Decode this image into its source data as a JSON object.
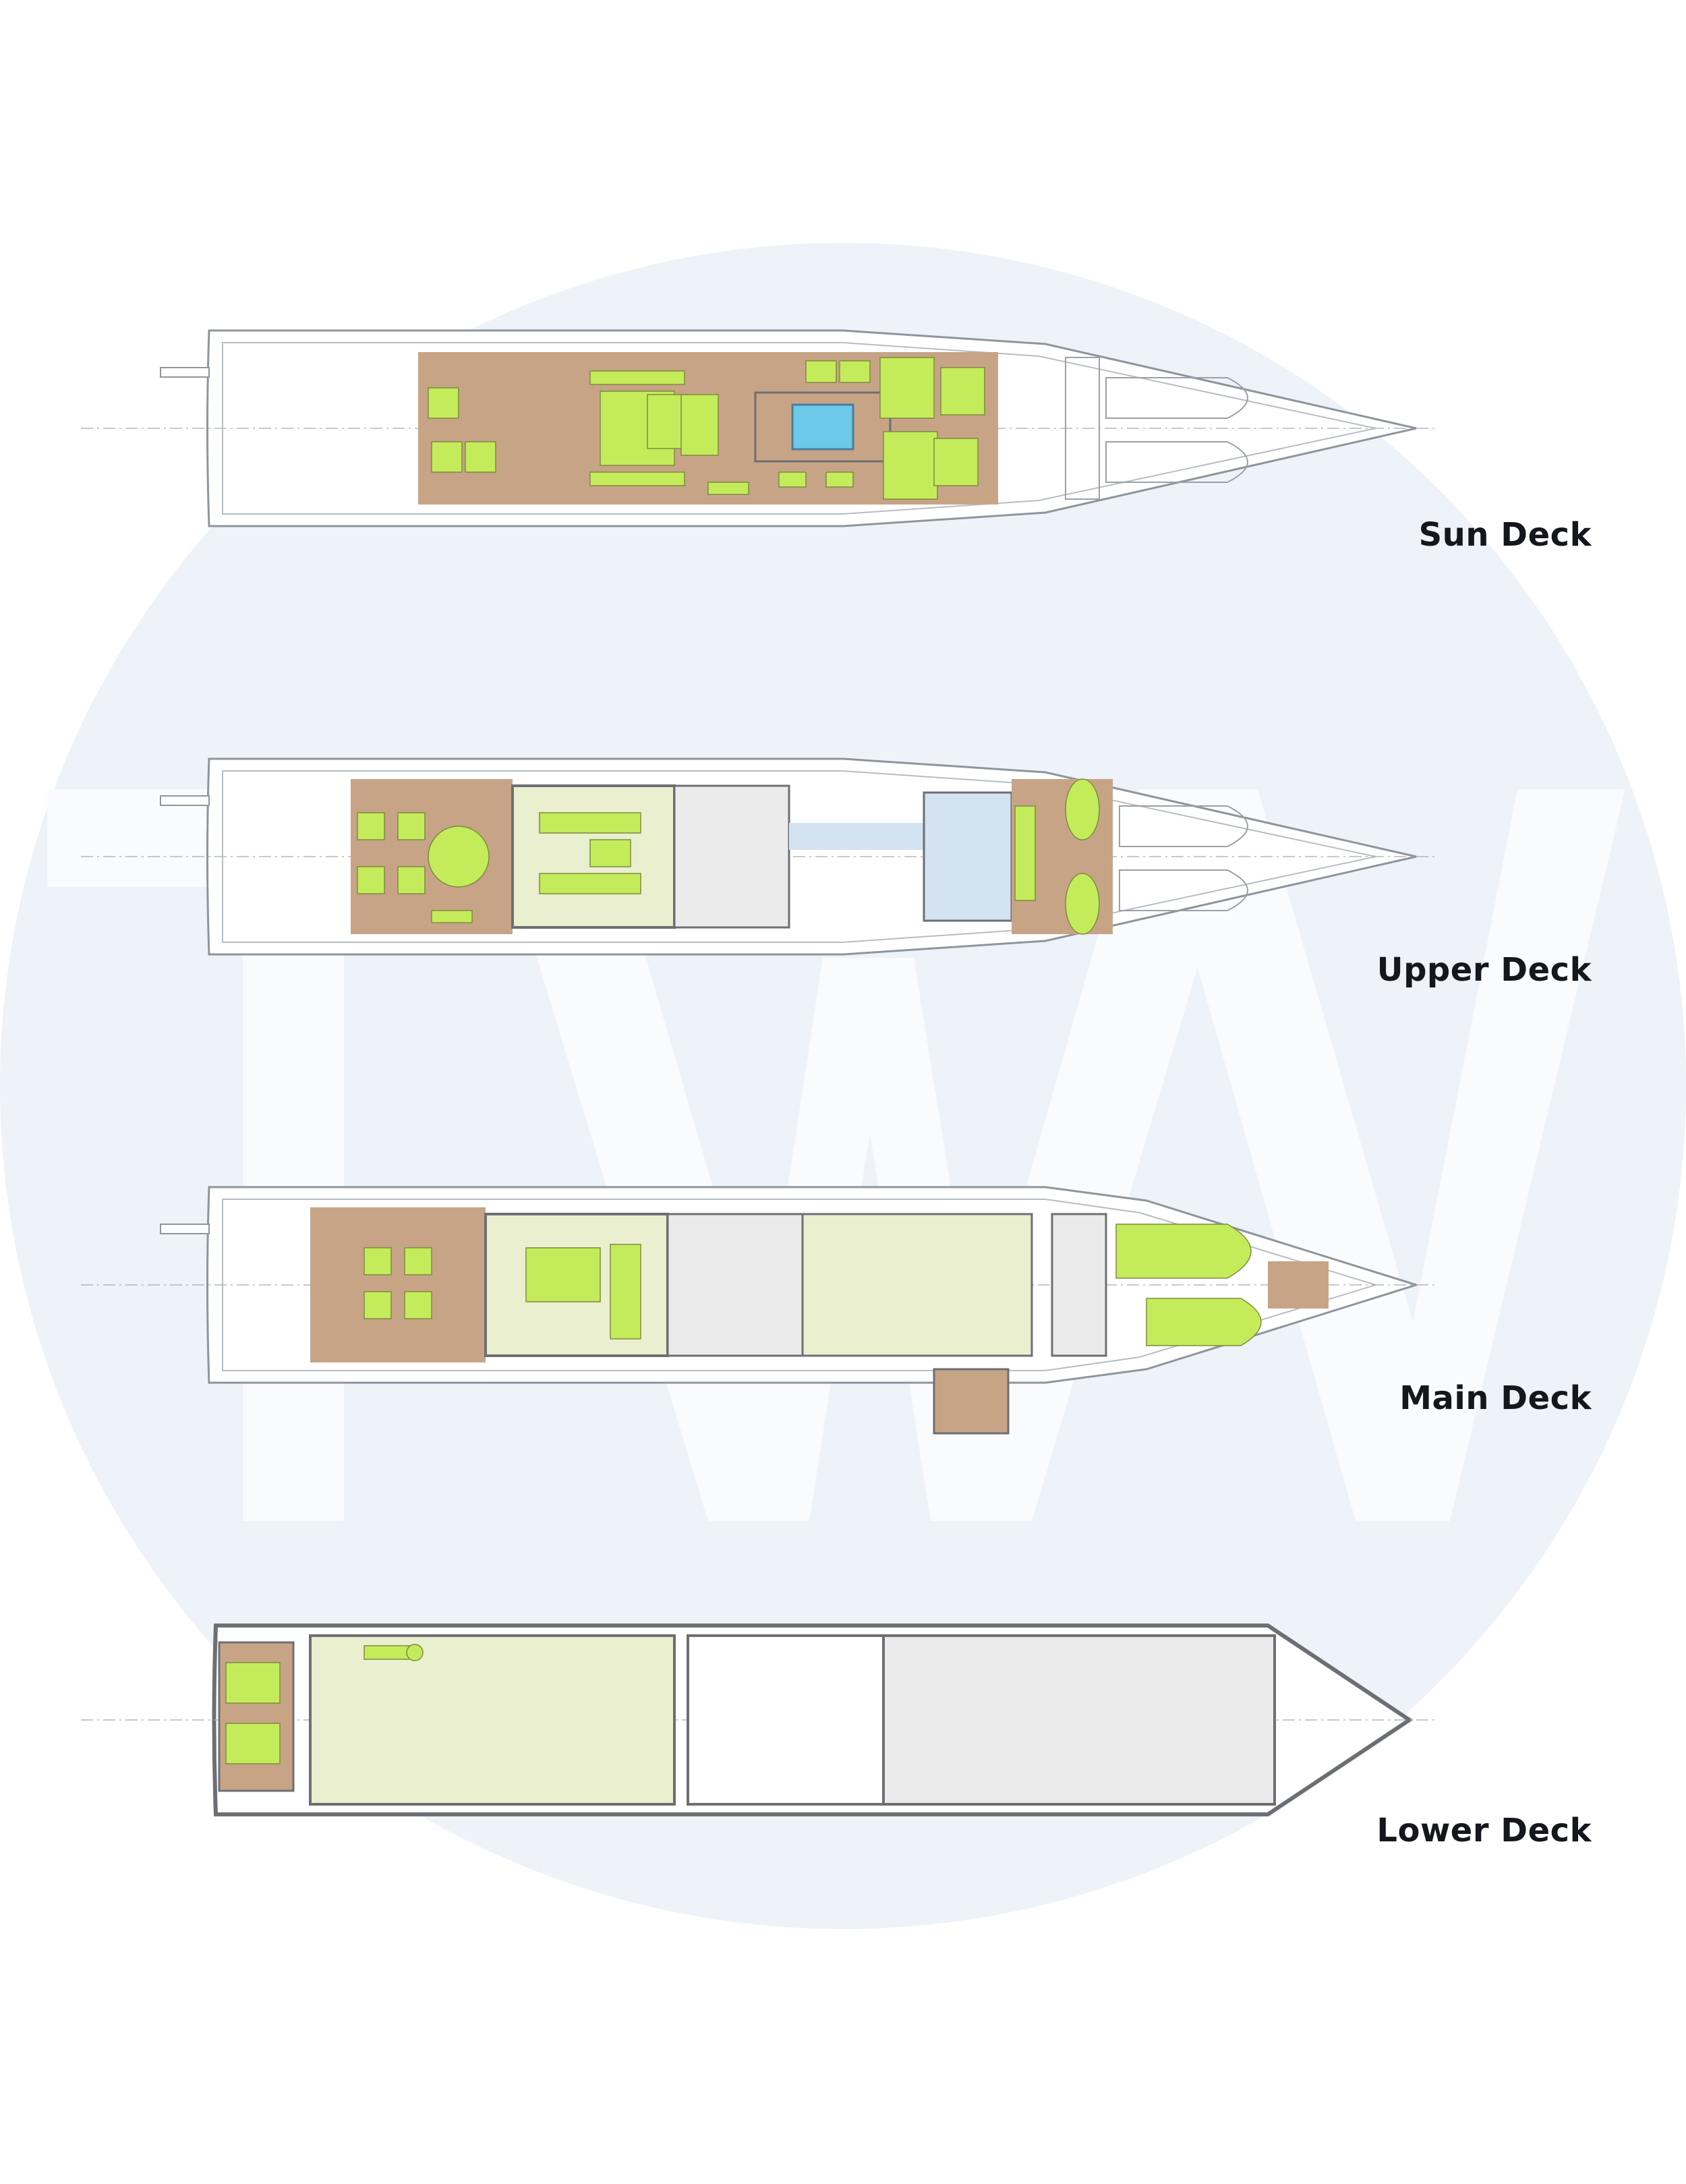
{
  "decks": [
    {
      "id": "sun",
      "label": "Sun Deck"
    },
    {
      "id": "upper",
      "label": "Upper Deck"
    },
    {
      "id": "main",
      "label": "Main Deck"
    },
    {
      "id": "lower",
      "label": "Lower Deck"
    }
  ],
  "watermark": {
    "monogram": "TW"
  },
  "colors": {
    "watermark_circle": "#eef2f9",
    "watermark_letters": "#f9fbfe",
    "teak": "#c8a487",
    "furniture": "#c4ec5a",
    "interior": "#eaefcf",
    "crew": "#ebebeb",
    "corridor": "#d4e3f2",
    "pool": "#6cc9ea",
    "hull_line": "#8f959c",
    "wall": "#6c6f74"
  }
}
